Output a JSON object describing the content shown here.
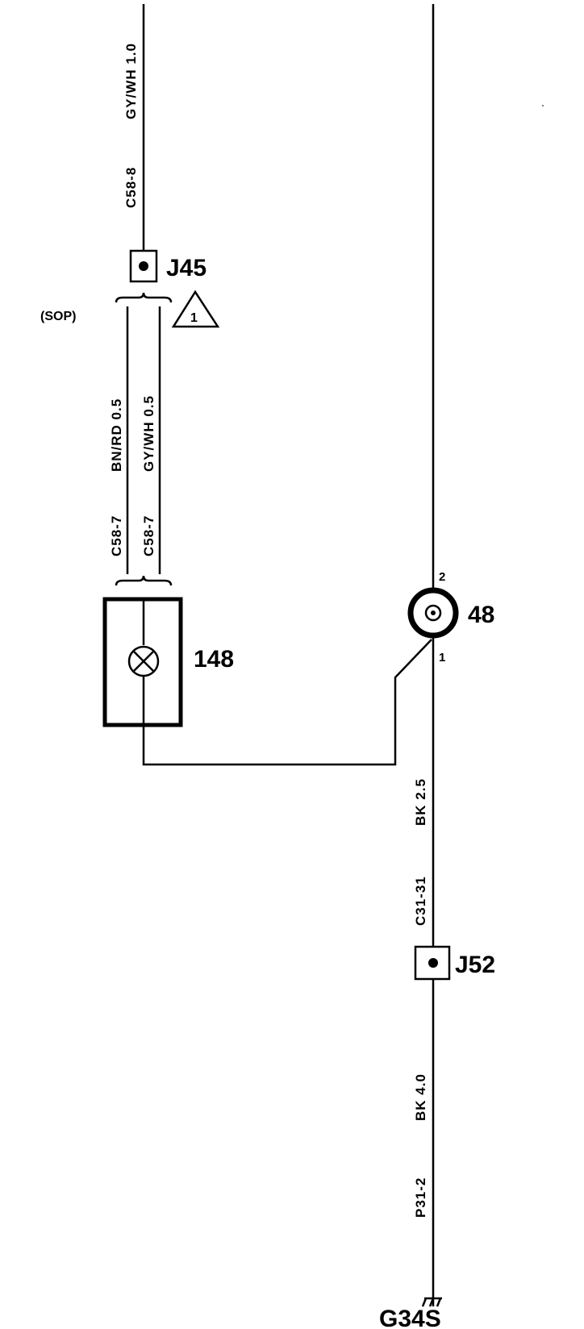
{
  "wires": {
    "top_left_connector": "C58-8",
    "top_left_color": "GY/WH 1.0",
    "mid_left_connector": "C58-7",
    "mid_left_color": "BN/RD 0.5",
    "mid_right_connector": "C58-7",
    "mid_right_color": "GY/WH 0.5",
    "lower_connector": "C31-31",
    "lower_color": "BK 2.5",
    "bottom_connector": "P31-2",
    "bottom_color": "BK 4.0"
  },
  "components": {
    "splice_top": "J45",
    "sop_note": "(SOP)",
    "note_triangle": "1",
    "lamp": "148",
    "connector_round": "48",
    "pin_2": "2",
    "pin_1": "1",
    "splice_bottom": "J52",
    "ground": "G34S"
  }
}
